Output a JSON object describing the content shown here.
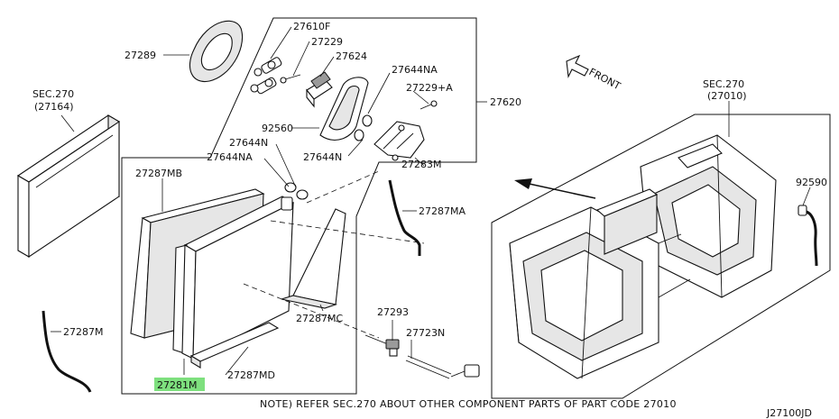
{
  "callouts": {
    "p27289": "27289",
    "p27610f": "27610F",
    "p27229": "27229",
    "p27624": "27624",
    "p27644na_top": "27644NA",
    "p27229a": "27229+A",
    "p27620": "27620",
    "p92560": "92560",
    "p27644n_upper": "27644N",
    "p27644na_left": "27644NA",
    "p27644n_lower": "27644N",
    "p27283m": "27283M",
    "p27287mb": "27287MB",
    "p27287ma": "27287MA",
    "p27287mc": "27287MC",
    "p27287md": "27287MD",
    "p27287m": "27287M",
    "p27281m": "27281M",
    "p27293": "27293",
    "p27723n": "27723N",
    "p92590": "92590"
  },
  "sections": {
    "sec_left_line1": "SEC.270",
    "sec_left_line2": "(27164)",
    "sec_right_line1": "SEC.270",
    "sec_right_line2": "(27010)"
  },
  "front_label": "FRONT",
  "note": "NOTE) REFER SEC.270 ABOUT OTHER COMPONENT PARTS OF PART CODE 27010",
  "diagram_code": "J27100JD",
  "highlight_color": "#7ee07e"
}
